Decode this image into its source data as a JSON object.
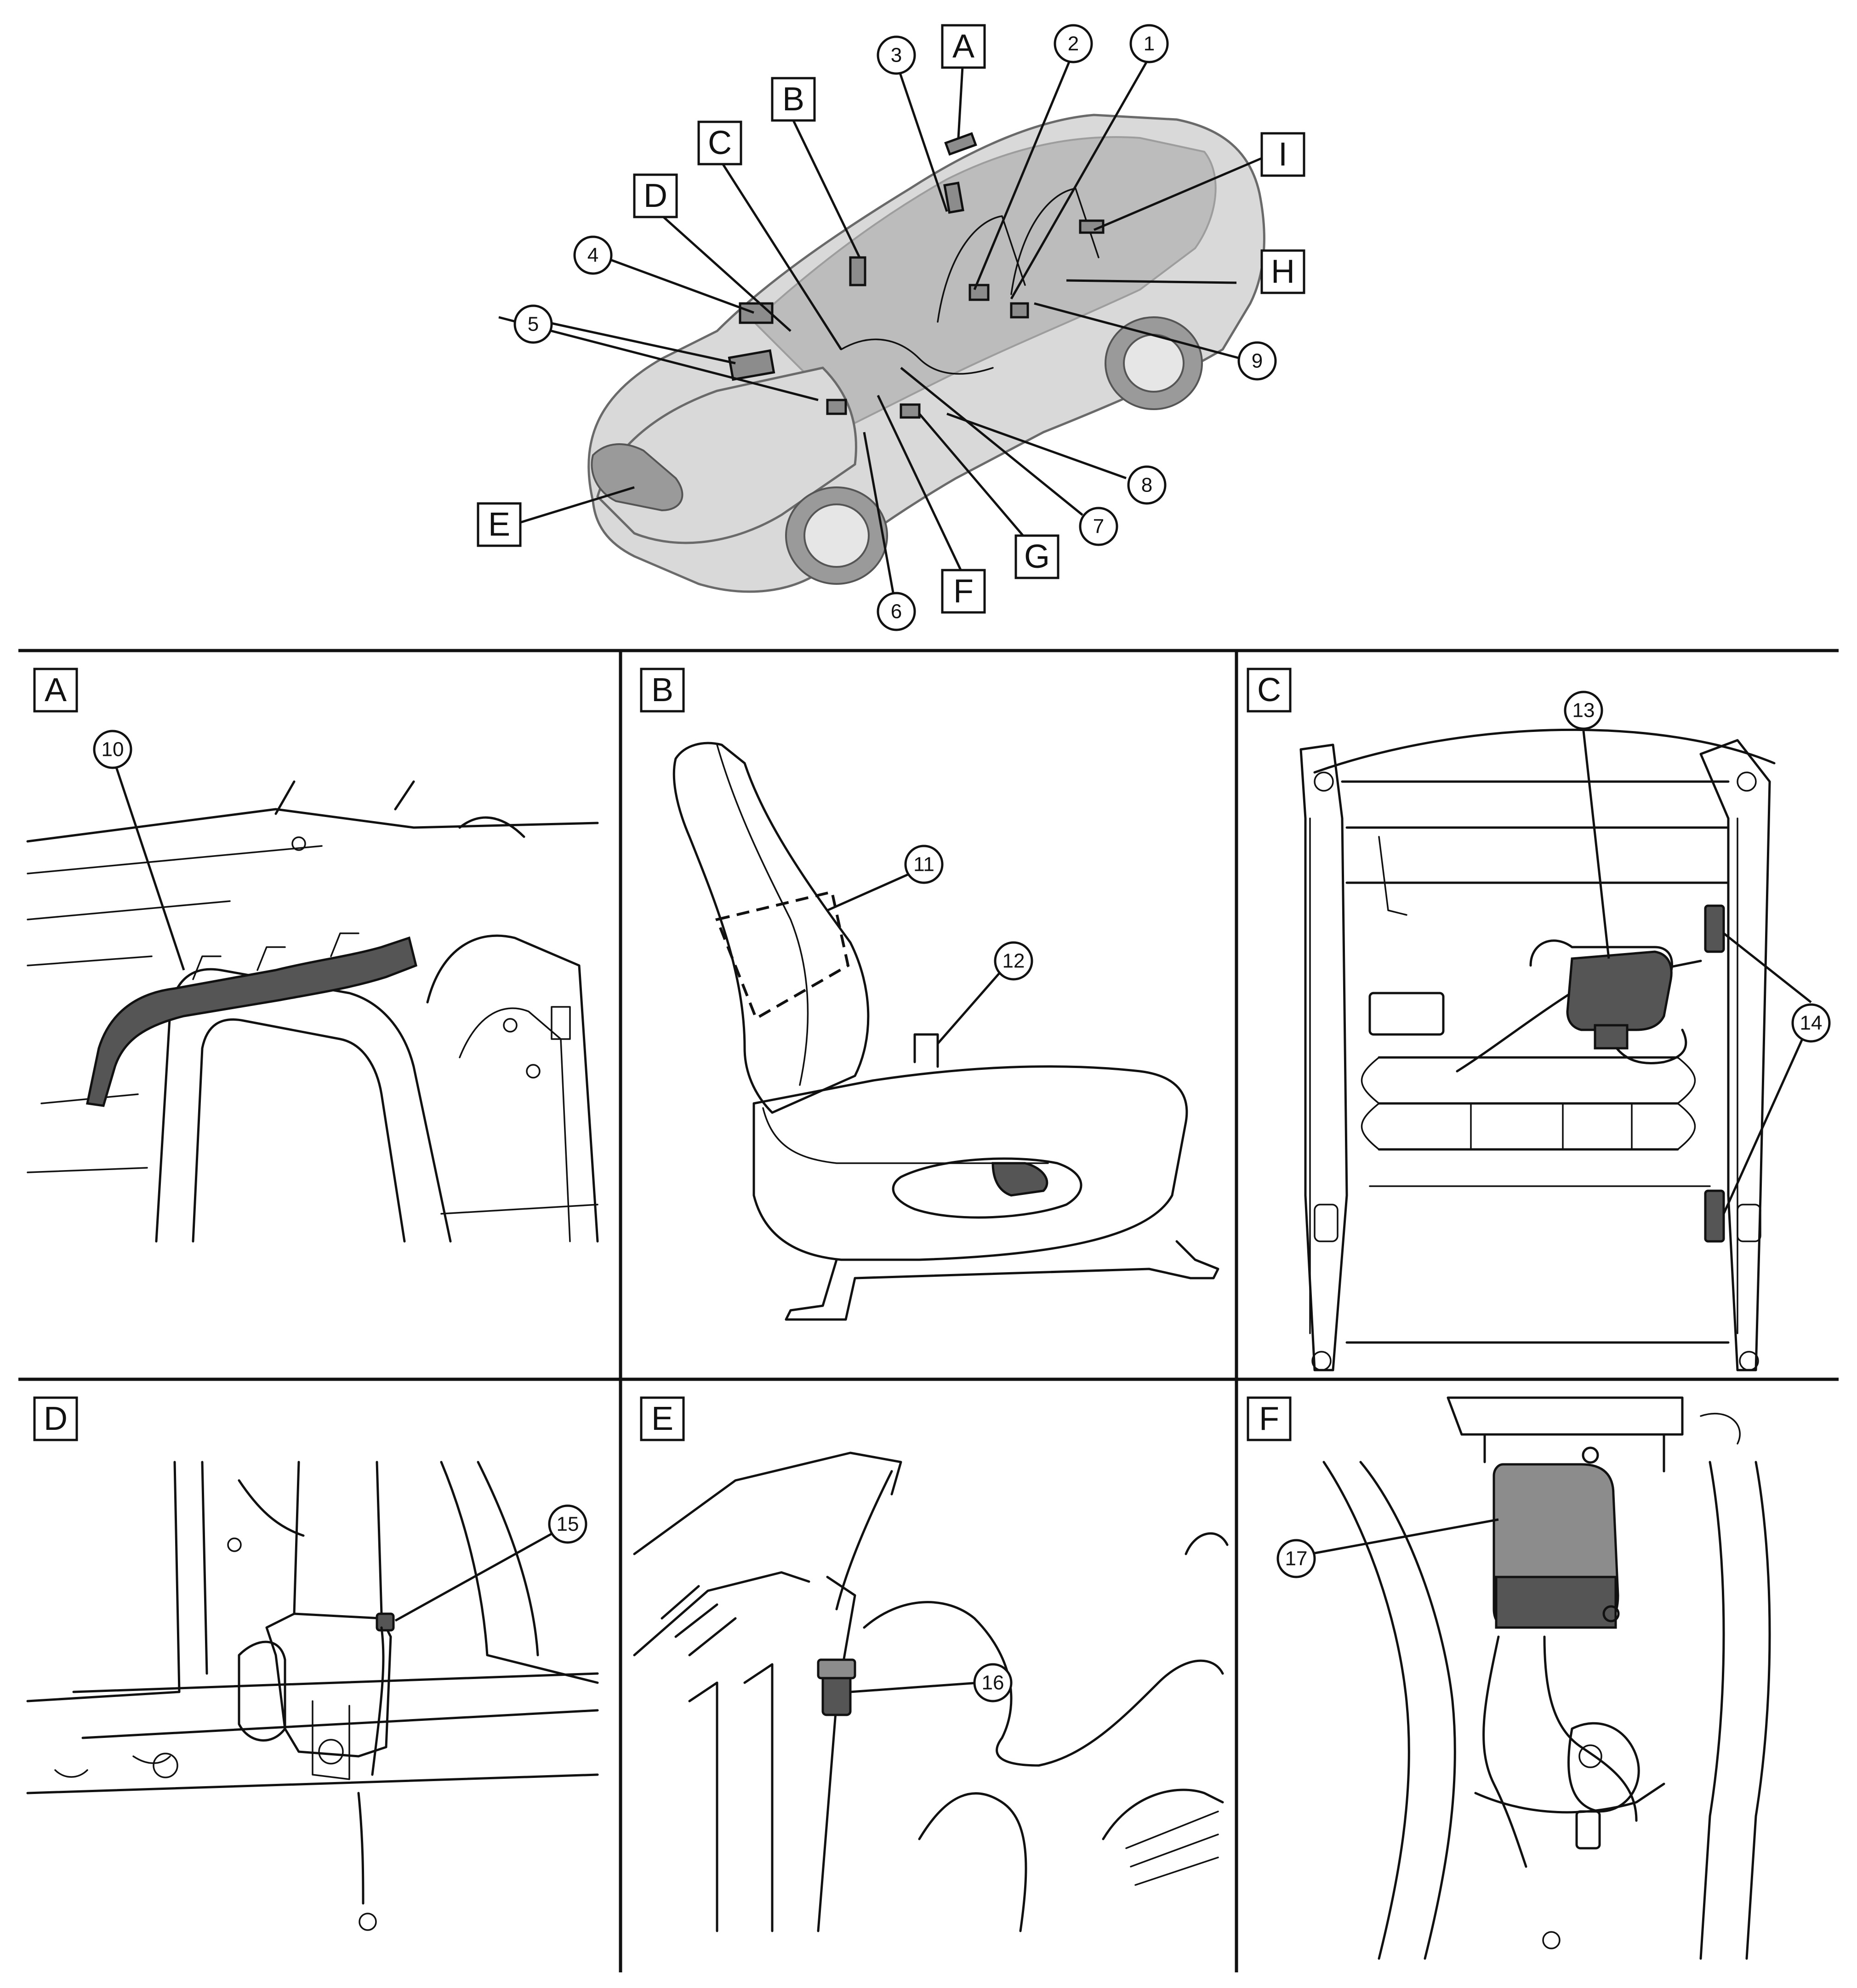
{
  "overview": {
    "letters": [
      "A",
      "B",
      "C",
      "D",
      "E",
      "F",
      "G",
      "H",
      "I"
    ],
    "numbers": [
      "1",
      "2",
      "3",
      "4",
      "5",
      "6",
      "7",
      "8",
      "9"
    ]
  },
  "panels": [
    {
      "label": "A",
      "callouts": [
        "10"
      ]
    },
    {
      "label": "B",
      "callouts": [
        "11",
        "12"
      ]
    },
    {
      "label": "C",
      "callouts": [
        "13",
        "14"
      ]
    },
    {
      "label": "D",
      "callouts": [
        "15"
      ]
    },
    {
      "label": "E",
      "callouts": [
        "16"
      ]
    },
    {
      "label": "F",
      "callouts": [
        "17"
      ]
    }
  ],
  "colors": {
    "line": "#111111",
    "component_fill": "#8c8c8c",
    "car_fill": "#d9d9d9",
    "background": "#ffffff"
  }
}
